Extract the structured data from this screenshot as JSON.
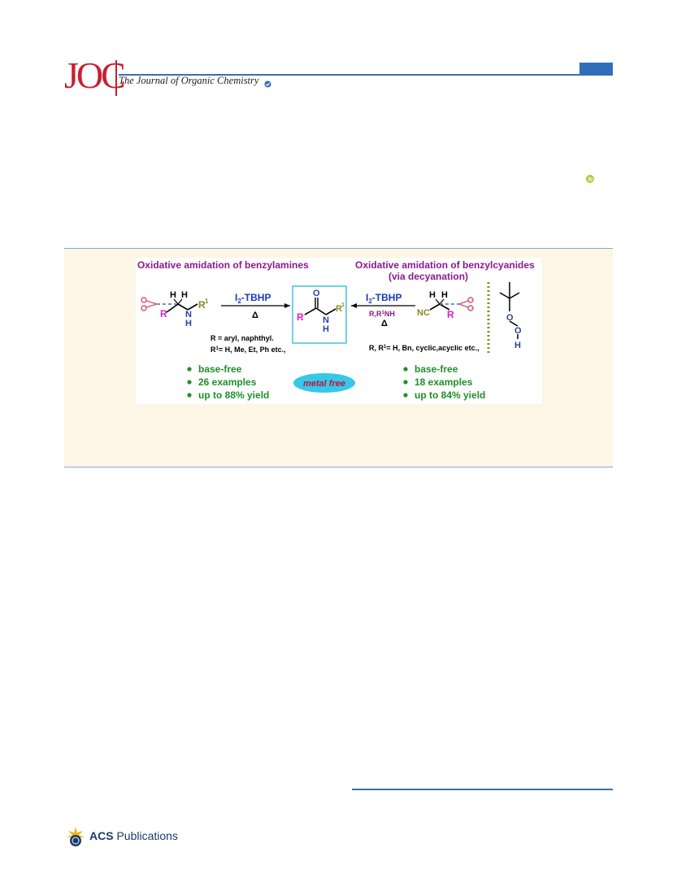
{
  "header": {
    "logo_letters": "JOC",
    "journal_name": "The Journal of Organic Chemistry",
    "accent_color": "#2f6fba",
    "logo_color": "#c8202f"
  },
  "toc": {
    "left_heading": "Oxidative amidation of benzylamines",
    "right_heading_1": "Oxidative amidation of benzylcyanides",
    "right_heading_2": "(via decyanation)",
    "reagent": "I",
    "reagent_sub": "2",
    "reagent_rest": "-TBHP",
    "delta": "Δ",
    "right_reagent_sub": "R,R",
    "right_reagent_sup": "1",
    "right_reagent_tail": "NH",
    "atom_R": "R",
    "atom_N": "N",
    "atom_H": "H",
    "atom_O": "O",
    "atom_R1": "R",
    "sup_1": "1",
    "atom_NC": "NC",
    "left_cond_1": "R = aryl, naphthyl.",
    "left_cond_2_a": "R",
    "left_cond_2_sup": "1",
    "left_cond_2_b": "= H, Me, Et, Ph etc.,",
    "right_cond_a": "R, R",
    "right_cond_sup": "1",
    "right_cond_b": "= H, Bn, cyclic,acyclic etc.,",
    "left_bullets": [
      "base-free",
      "26 examples",
      "up to 88% yield"
    ],
    "right_bullets": [
      "base-free",
      "18 examples",
      "up to 84% yield"
    ],
    "center_badge": "metal free"
  },
  "footer": {
    "publisher_bold": "ACS",
    "publisher_rest": " Publications"
  }
}
